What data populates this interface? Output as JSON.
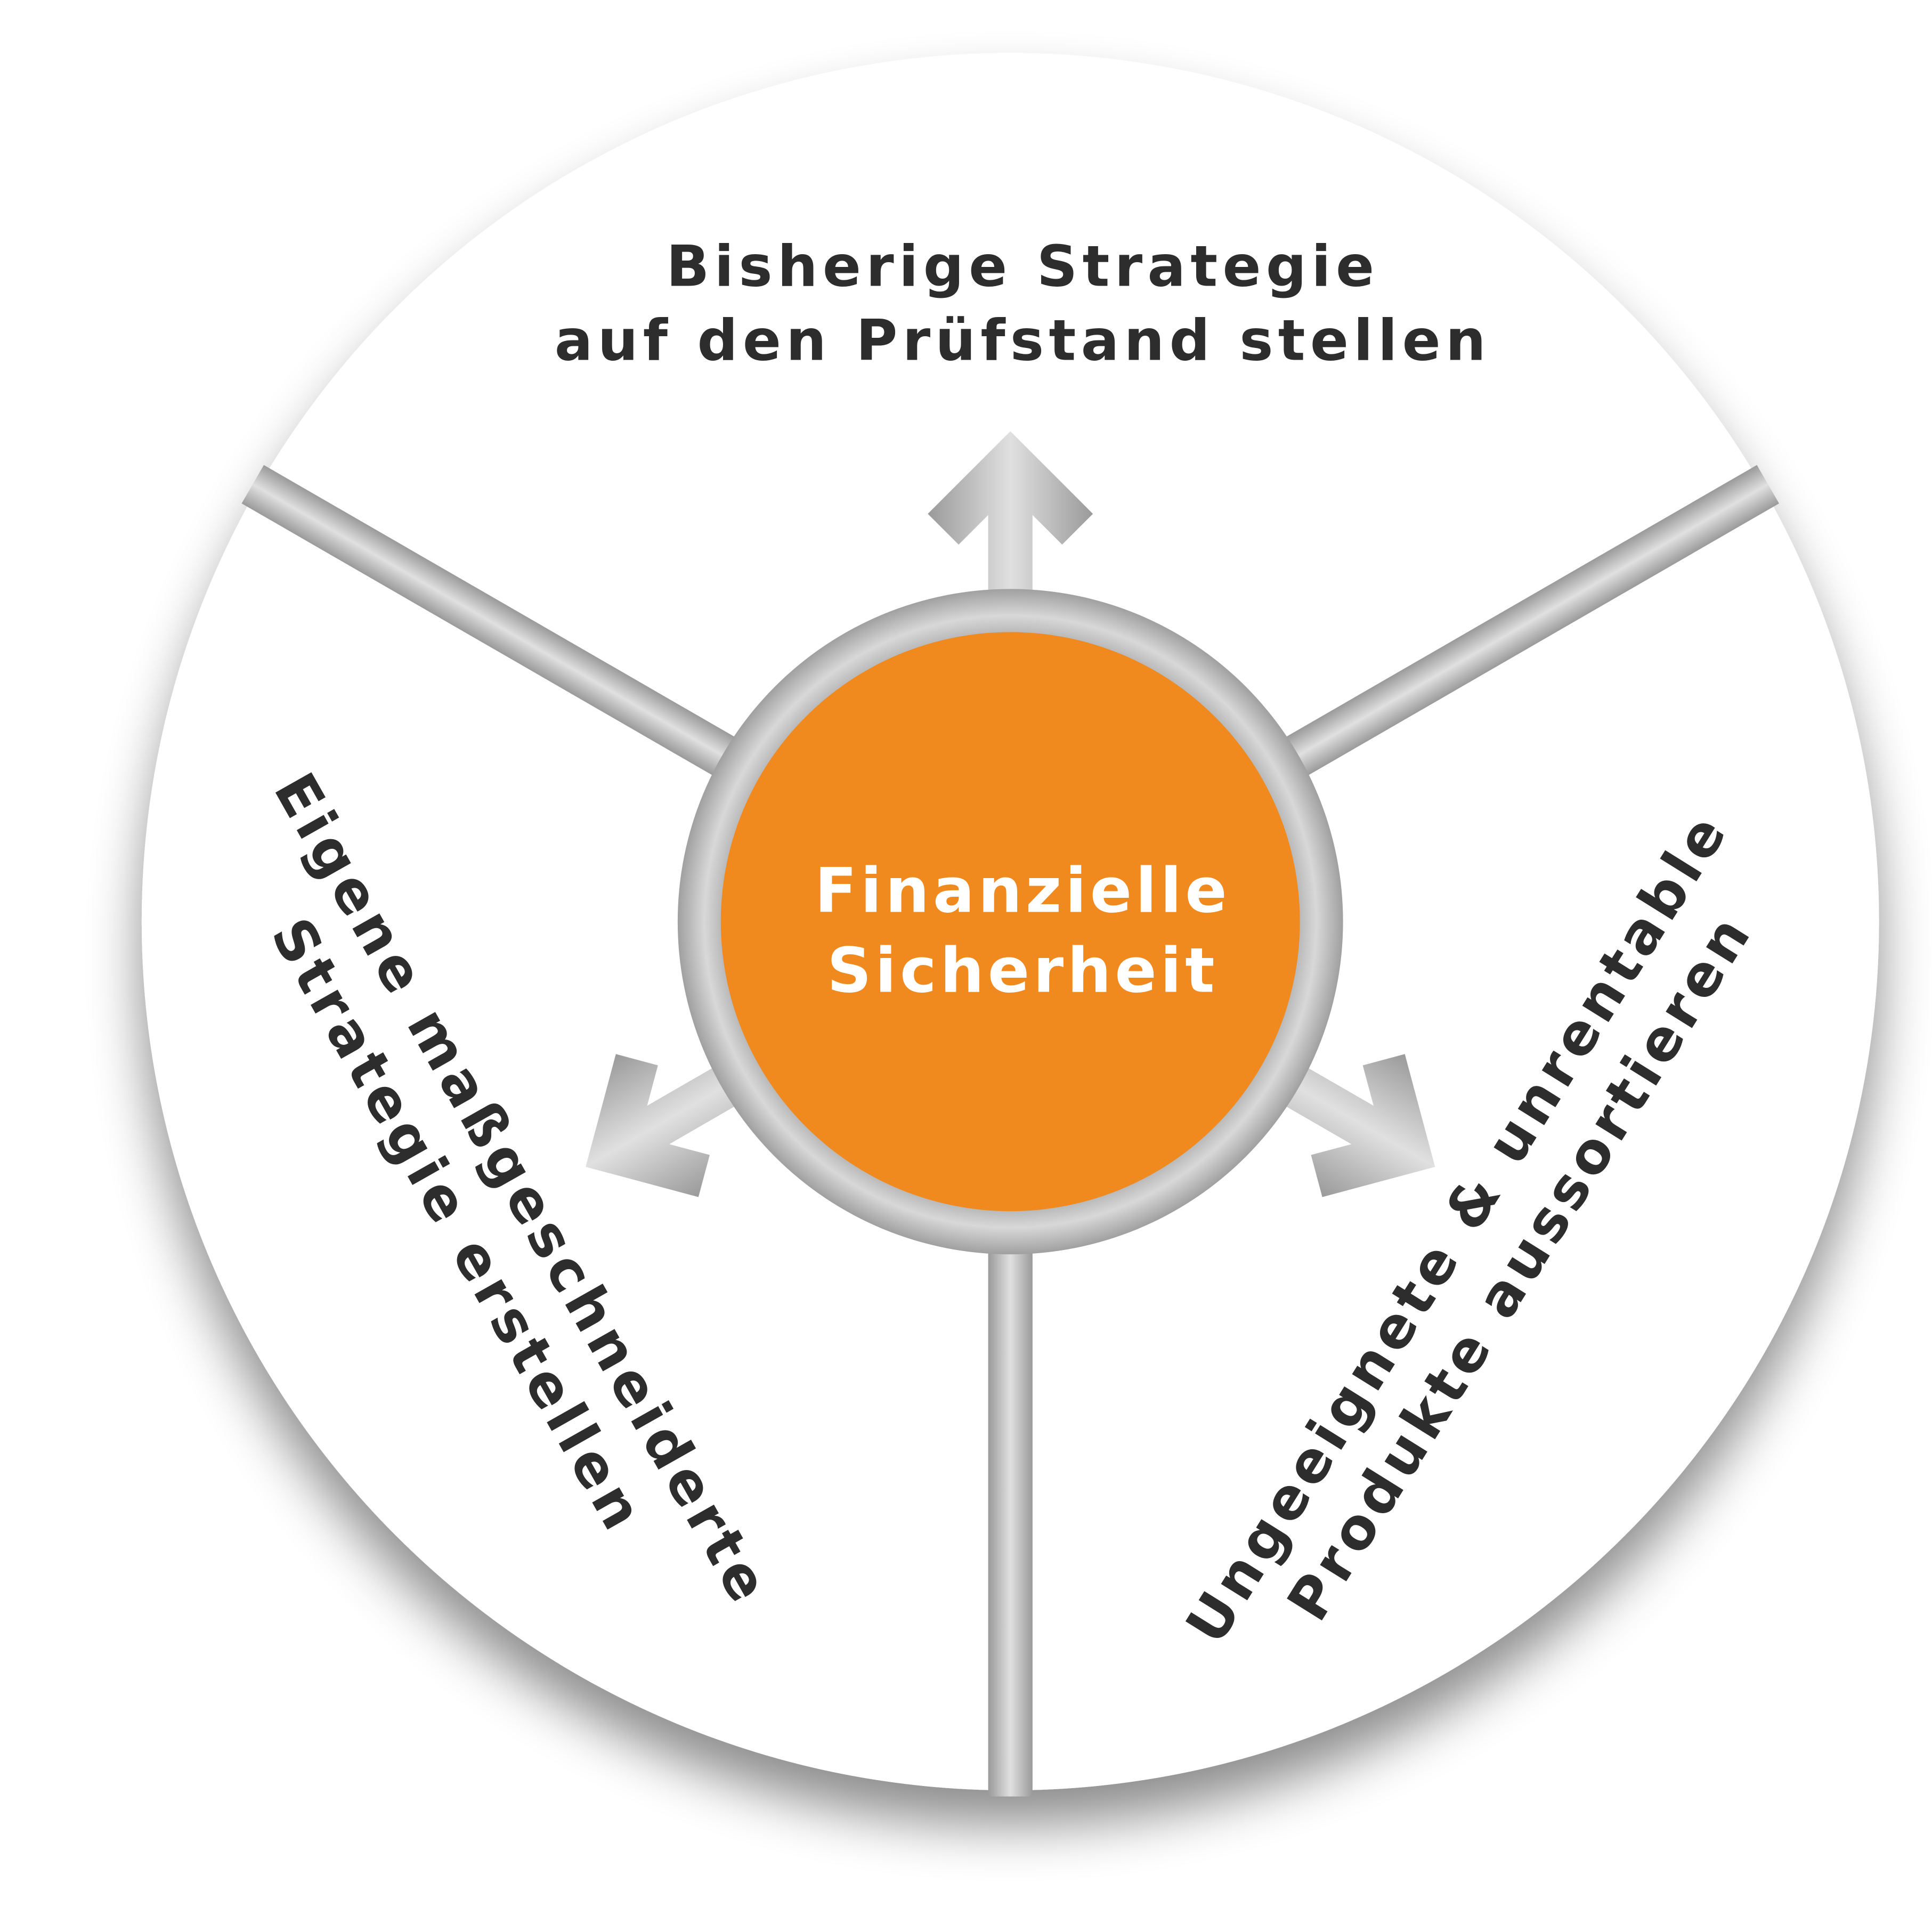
{
  "colors": {
    "accent": "#F0891E",
    "text": "#2d2d2d",
    "spoke": "#b4b4b4"
  },
  "center": {
    "line1": "Finanzielle",
    "line2": "Sicherheit"
  },
  "segments": [
    {
      "line1": "Bisherige Strategie",
      "line2": "auf den Prüfstand stellen"
    },
    {
      "line1": "Eigene maßgeschneiderte",
      "line2": "Strategie erstellen"
    },
    {
      "line1": "Ungeeignete & unrentable",
      "line2": "Produkte aussortieren"
    }
  ]
}
